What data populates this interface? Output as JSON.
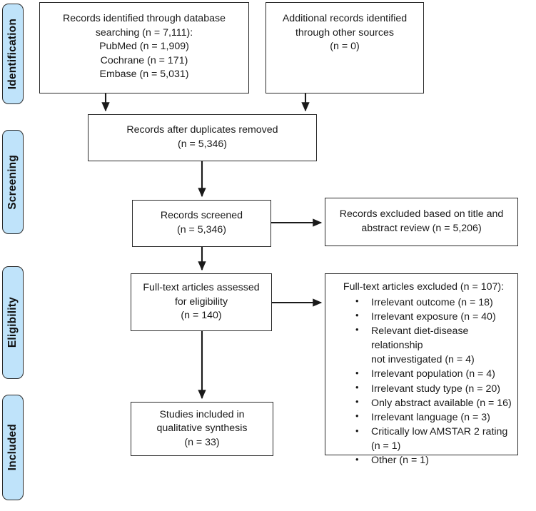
{
  "diagram": {
    "type": "prisma-flow-diagram",
    "title": "PRISMA study selection flow diagram"
  },
  "stages": [
    {
      "id": "identification",
      "label": "Identification"
    },
    {
      "id": "screening",
      "label": "Screening"
    },
    {
      "id": "eligibility",
      "label": "Eligibility"
    },
    {
      "id": "included",
      "label": "Included"
    }
  ],
  "boxes": {
    "database_search": {
      "text": "Records identified through database\nsearching (n = 7,111):\nPubMed (n = 1,909)\nCochrane (n = 171)\nEmbase (n = 5,031)"
    },
    "other_sources": {
      "text": "Additional records identified\nthrough other sources\n(n = 0)"
    },
    "duplicates_removed": {
      "text": "Records after duplicates removed\n(n = 5,346)"
    },
    "records_screened": {
      "text": "Records screened\n(n = 5,346)"
    },
    "records_excluded": {
      "text": "Records excluded based on title and\nabstract review (n = 5,206)"
    },
    "fulltext_assessed": {
      "text": "Full-text articles assessed\nfor eligibility\n(n = 140)"
    },
    "studies_included": {
      "text": "Studies included in\nqualitative synthesis\n(n = 33)"
    }
  },
  "fulltext_excluded": {
    "heading": "Full-text articles excluded (n = 107):",
    "items": [
      "Irrelevant outcome (n = 18)",
      "Irrelevant exposure (n = 40)",
      "Relevant diet-disease relationship\nnot investigated (n = 4)",
      "Irrelevant population (n = 4)",
      "Irrelevant study type (n = 20)",
      "Only abstract available (n = 16)",
      "Irrelevant language (n = 3)",
      "Critically low AMSTAR 2 rating (n = 1)",
      "Other (n = 1)"
    ]
  },
  "counts": {
    "total_identified": 7111,
    "pubmed": 1909,
    "cochrane": 171,
    "embase": 5031,
    "other_sources": 0,
    "after_duplicates": 5346,
    "screened": 5346,
    "excluded_title_abstract": 5206,
    "fulltext_assessed": 140,
    "fulltext_excluded": 107,
    "included": 33,
    "exclusion_reasons": {
      "irrelevant_outcome": 18,
      "irrelevant_exposure": 40,
      "relationship_not_investigated": 4,
      "irrelevant_population": 4,
      "irrelevant_study_type": 20,
      "only_abstract_available": 16,
      "irrelevant_language": 3,
      "critically_low_amstar2": 1,
      "other": 1
    }
  },
  "colors": {
    "stage_fill": "#bfe3fa",
    "border": "#2b2b2b",
    "box_fill": "#ffffff",
    "text": "#1a1a1a"
  }
}
